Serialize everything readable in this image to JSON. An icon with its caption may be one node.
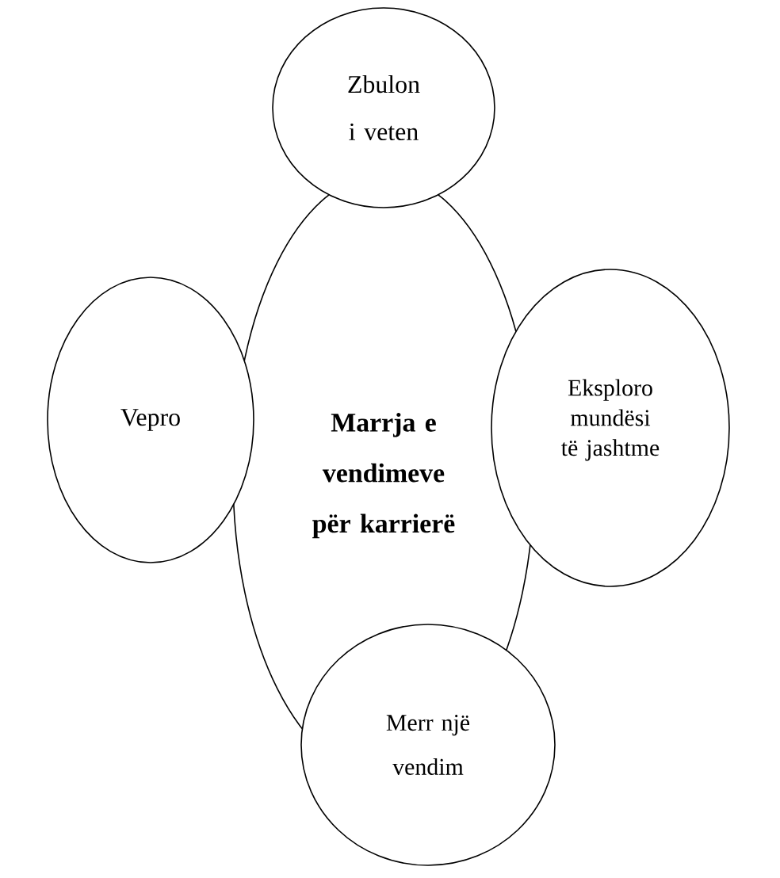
{
  "diagram": {
    "nodes": [
      {
        "text": [
          "Zbulon i veten"
        ]
      },
      {
        "text": [
          "Marrja e vendimeve për karrierë"
        ]
      },
      {
        "text": [
          "Vepro"
        ]
      },
      {
        "text": [
          "Eksploro mundësi të jashtme"
        ]
      },
      {
        "text": [
          "Merr një vendim"
        ]
      }
    ]
  }
}
